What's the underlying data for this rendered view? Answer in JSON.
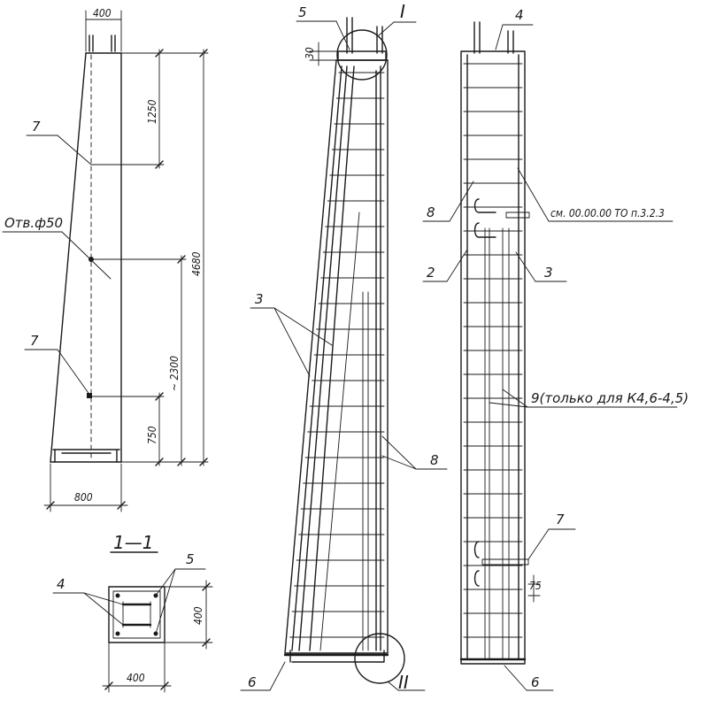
{
  "views": {
    "outline": {
      "top_width": "400",
      "bottom_width": "800",
      "dim_top": "1250",
      "dim_total": "4680",
      "dim_hole": "~ 2300",
      "dim_bottom": "750",
      "hole_label": "Отв.ф50",
      "callout_7a": "7",
      "callout_7b": "7"
    },
    "reinforcement_side": {
      "node_I": "I",
      "node_II": "II",
      "dim_30": "30",
      "callout_5": "5",
      "callout_3": "3",
      "callout_8": "8",
      "callout_6": "6"
    },
    "reinforcement_front": {
      "callout_4": "4",
      "callout_8": "8",
      "note_ref": "см. 00.00.00 ТО п.3.2.3",
      "callout_2": "2",
      "callout_3": "3",
      "callout_9": "9(только для К4,6-4,5)",
      "callout_7": "7",
      "dim_75": "75",
      "callout_6": "6"
    },
    "section": {
      "title": "1—1",
      "callout_4": "4",
      "callout_5": "5",
      "dim_width": "400",
      "dim_height": "400"
    }
  }
}
